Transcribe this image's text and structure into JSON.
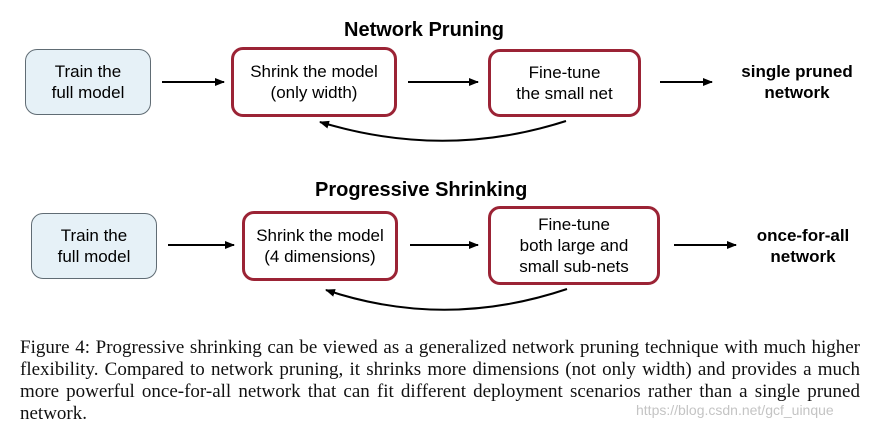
{
  "network_pruning": {
    "title": "Network Pruning",
    "step1": "Train the\nfull model",
    "step2": "Shrink the model\n(only width)",
    "step3": "Fine-tune\nthe small net",
    "result": "single pruned\nnetwork"
  },
  "progressive_shrinking": {
    "title": "Progressive Shrinking",
    "step1": "Train the\nfull model",
    "step2": "Shrink the model\n(4 dimensions)",
    "step3": "Fine-tune\nboth large and\nsmall sub-nets",
    "result": "once-for-all\nnetwork"
  },
  "caption": "Figure 4:  Progressive shrinking can be viewed as a generalized network pruning technique with much higher flexibility. Compared to network pruning, it shrinks more dimensions (not only width) and provides a much more powerful once-for-all network that can fit different deployment scenarios rather than a single pruned network.",
  "watermark": "https://blog.csdn.net/gcf_uinque",
  "colors": {
    "gray_box_fill": "#e6f1f7",
    "gray_box_border": "#606c74",
    "red_box_border": "#9b2335",
    "arrow": "#000000"
  }
}
